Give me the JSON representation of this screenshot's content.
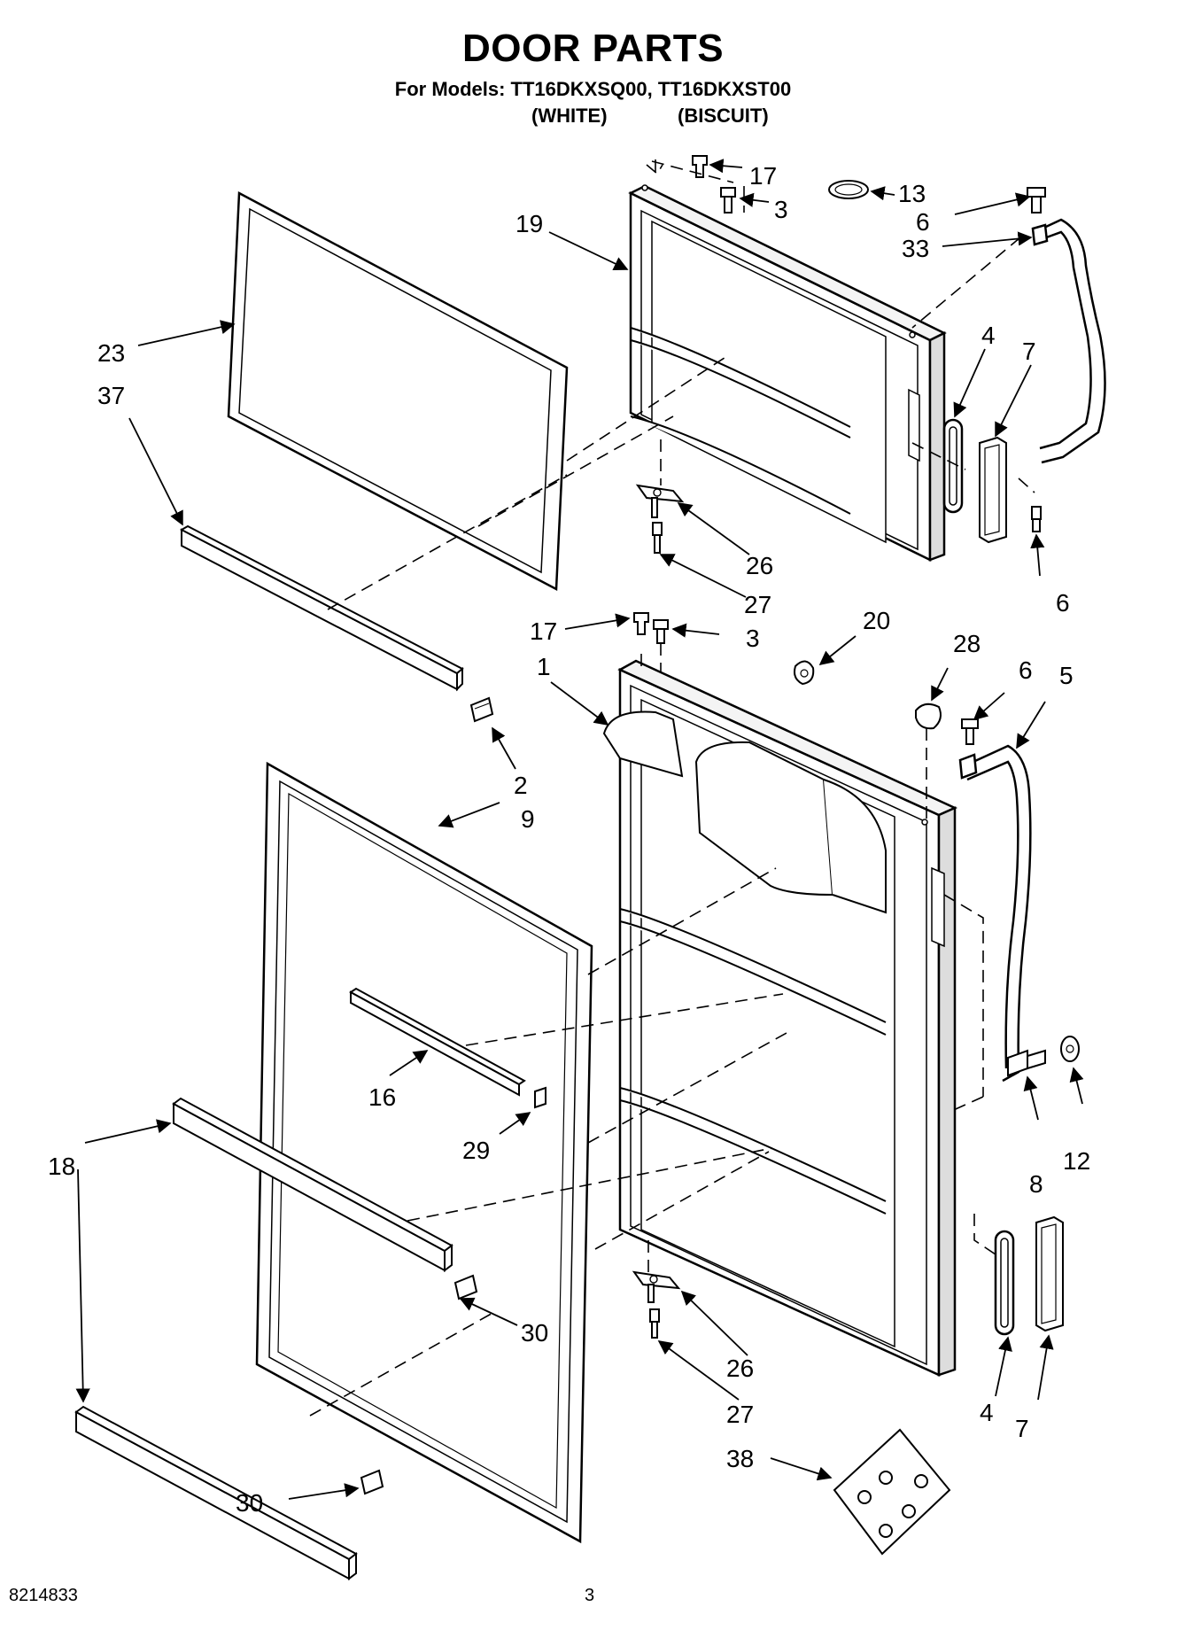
{
  "header": {
    "title": "DOOR PARTS",
    "models_line": "For Models: TT16DKXSQ00, TT16DKXST00",
    "variant_white": "(WHITE)",
    "variant_biscuit": "(BISCUIT)"
  },
  "footer": {
    "doc_number": "8214833",
    "page_number": "3"
  },
  "callouts": {
    "c1": "1",
    "c2": "2",
    "c3a": "3",
    "c3b": "3",
    "c4a": "4",
    "c4b": "4",
    "c5": "5",
    "c6a": "6",
    "c6b": "6",
    "c6c": "6",
    "c7a": "7",
    "c7b": "7",
    "c8": "8",
    "c9": "9",
    "c12": "12",
    "c13": "13",
    "c16": "16",
    "c17a": "17",
    "c17b": "17",
    "c18": "18",
    "c19": "19",
    "c20": "20",
    "c23": "23",
    "c26a": "26",
    "c26b": "26",
    "c27a": "27",
    "c27b": "27",
    "c28": "28",
    "c29": "29",
    "c30a": "30",
    "c30b": "30",
    "c33": "33",
    "c37": "37",
    "c38": "38"
  }
}
